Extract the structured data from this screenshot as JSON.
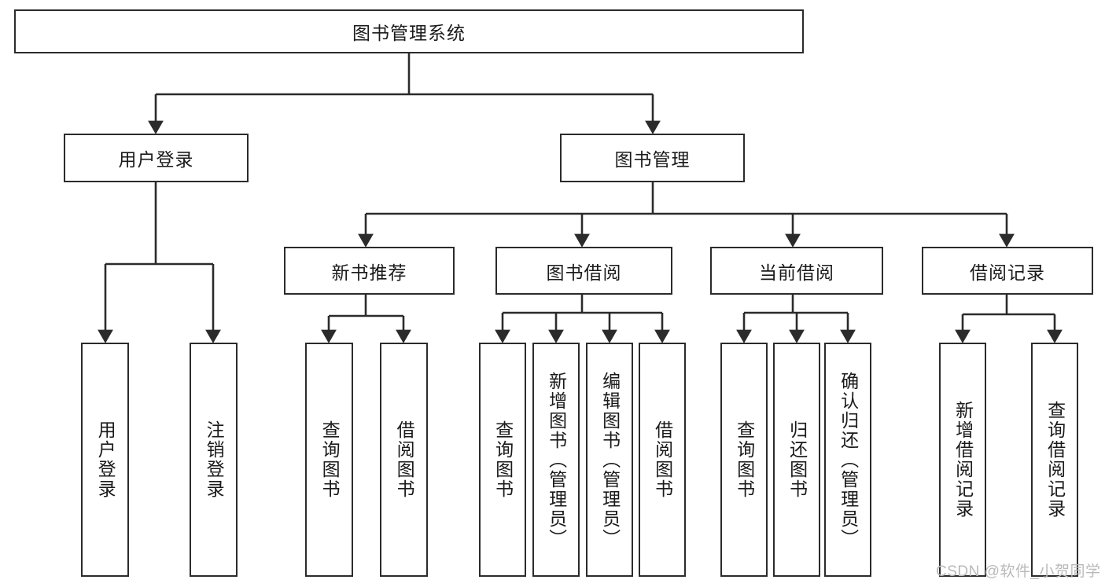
{
  "diagram": {
    "title": "图书管理系统",
    "type": "tree",
    "orientation": "top-down",
    "colors": {
      "box_border": "#2b2b2b",
      "box_fill": "#ffffff",
      "edge": "#2b2b2b",
      "text": "#1a1a1a",
      "watermark": "#b9b9b9",
      "background": "#ffffff"
    },
    "watermark": "CSDN @软件_小贺同学"
  },
  "nodes": {
    "root": {
      "label": "图书管理系统",
      "level": 0,
      "orientation": "horizontal"
    },
    "level1": [
      {
        "id": "user-login",
        "label": "用户登录",
        "orientation": "horizontal"
      },
      {
        "id": "book-manage",
        "label": "图书管理",
        "orientation": "horizontal"
      }
    ],
    "level2": [
      {
        "id": "new-book-recommend",
        "label": "新书推荐",
        "orientation": "horizontal",
        "parent": "book-manage"
      },
      {
        "id": "book-borrow",
        "label": "图书借阅",
        "orientation": "horizontal",
        "parent": "book-manage"
      },
      {
        "id": "current-borrow",
        "label": "当前借阅",
        "orientation": "horizontal",
        "parent": "book-manage"
      },
      {
        "id": "borrow-record",
        "label": "借阅记录",
        "orientation": "horizontal",
        "parent": "book-manage"
      }
    ],
    "leaves": [
      {
        "id": "leaf-user-login",
        "label": "用户登录",
        "parent": "user-login",
        "orientation": "vertical"
      },
      {
        "id": "leaf-user-logout",
        "label": "注销登录",
        "parent": "user-login",
        "orientation": "vertical"
      },
      {
        "id": "leaf-query-book-1",
        "label": "查询图书",
        "parent": "new-book-recommend",
        "orientation": "vertical"
      },
      {
        "id": "leaf-borrow-book-1",
        "label": "借阅图书",
        "parent": "new-book-recommend",
        "orientation": "vertical"
      },
      {
        "id": "leaf-query-book-2",
        "label": "查询图书",
        "parent": "book-borrow",
        "orientation": "vertical"
      },
      {
        "id": "leaf-add-book",
        "label": "新增图书（管理员）",
        "parent": "book-borrow",
        "orientation": "vertical"
      },
      {
        "id": "leaf-edit-book",
        "label": "编辑图书（管理员）",
        "parent": "book-borrow",
        "orientation": "vertical"
      },
      {
        "id": "leaf-borrow-book-2",
        "label": "借阅图书",
        "parent": "book-borrow",
        "orientation": "vertical"
      },
      {
        "id": "leaf-query-book-3",
        "label": "查询图书",
        "parent": "current-borrow",
        "orientation": "vertical"
      },
      {
        "id": "leaf-return-book",
        "label": "归还图书",
        "parent": "current-borrow",
        "orientation": "vertical"
      },
      {
        "id": "leaf-confirm-return",
        "label": "确认归还（管理员）",
        "parent": "current-borrow",
        "orientation": "vertical"
      },
      {
        "id": "leaf-add-record",
        "label": "新增借阅记录",
        "parent": "borrow-record",
        "orientation": "vertical"
      },
      {
        "id": "leaf-query-record",
        "label": "查询借阅记录",
        "parent": "borrow-record",
        "orientation": "vertical"
      }
    ]
  }
}
